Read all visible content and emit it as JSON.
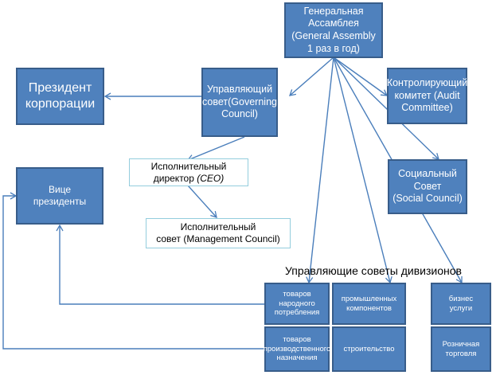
{
  "nodes": {
    "general_assembly": "Генеральная\nАссамблея\n(General Assembly\n1 раз в год)",
    "president": "Президент\nкорпорации",
    "governing_council": "Управляющий\nсовет(Governing\nCouncil)",
    "audit_committee": "Контролирующий\nкомитет (Audit\nCommittee)",
    "ceo_prefix": "Исполнительный\nдиректор ",
    "ceo_italic": "(CEO)",
    "vice_presidents": "Вице\nпрезиденты",
    "social_council": "Социальный Совет\n(Social Council)",
    "management_council": "Исполнительный\nсовет (Management Council)"
  },
  "divisions": {
    "title": "Управляющие советы дивизионов",
    "items": [
      "товаров народного\nпотребления",
      "промышленных\nкомпонентов",
      "бизнес\nуслуги",
      "товаров\nпроизводственного\nназначения",
      "строительство",
      "Розничная\nторговля"
    ]
  },
  "colors": {
    "box_fill": "#4f81bd",
    "box_border": "#385d8a",
    "light_border": "#93cddd",
    "connector": "#4a7ebb"
  }
}
